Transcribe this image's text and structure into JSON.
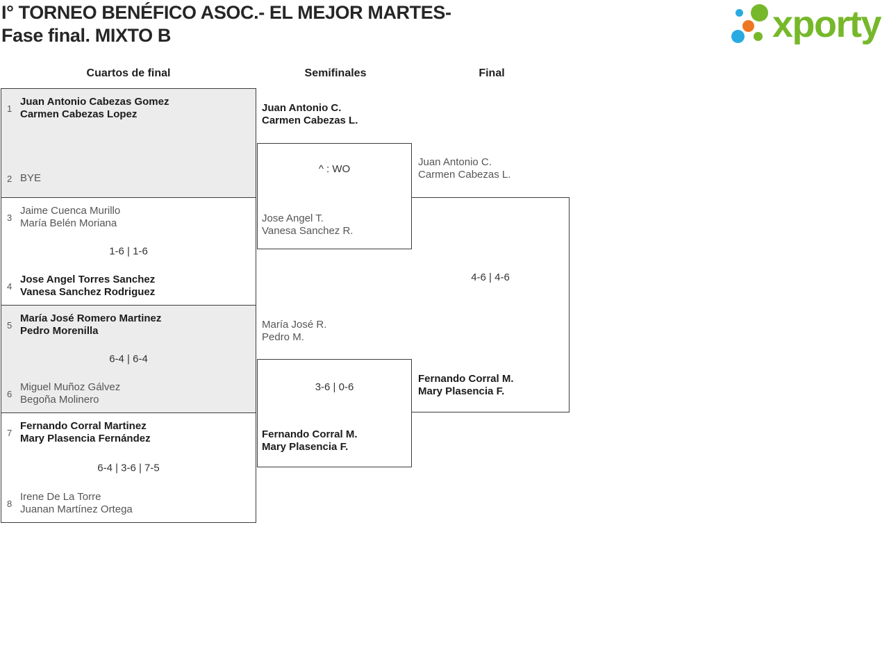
{
  "header": {
    "title_line1": "I° TORNEO BENÉFICO ASOC.- EL MEJOR MARTES-",
    "title_line2": "Fase final. MIXTO B",
    "logo": {
      "text": "xporty"
    }
  },
  "round_headers": {
    "quarterfinals": "Cuartos de final",
    "semifinals": "Semifinales",
    "final": "Final"
  },
  "quarterfinals": [
    {
      "top_seed": "1",
      "top_name1": "Juan Antonio Cabezas Gomez",
      "top_name2": "Carmen Cabezas Lopez",
      "score": "",
      "bottom_seed": "2",
      "bottom_name1": "BYE",
      "bottom_name2": ""
    },
    {
      "top_seed": "3",
      "top_name1": "Jaime Cuenca Murillo",
      "top_name2": "María Belén Moriana",
      "score": "1-6 | 1-6",
      "bottom_seed": "4",
      "bottom_name1": "Jose Angel Torres Sanchez",
      "bottom_name2": "Vanesa Sanchez Rodriguez"
    },
    {
      "top_seed": "5",
      "top_name1": "María José Romero Martinez",
      "top_name2": "Pedro Morenilla",
      "score": "6-4 | 6-4",
      "bottom_seed": "6",
      "bottom_name1": "Miguel Muñoz Gálvez",
      "bottom_name2": "Begoña Molinero"
    },
    {
      "top_seed": "7",
      "top_name1": "Fernando Corral Martinez",
      "top_name2": "Mary Plasencia Fernández",
      "score": "6-4 | 3-6 | 7-5",
      "bottom_seed": "8",
      "bottom_name1": "Irene De La Torre",
      "bottom_name2": "Juanan Martínez Ortega"
    }
  ],
  "semifinals": [
    {
      "top_name1": "Juan Antonio C.",
      "top_name2": "Carmen Cabezas L.",
      "score": "^ : WO",
      "bottom_name1": "Jose Angel T.",
      "bottom_name2": "Vanesa Sanchez R."
    },
    {
      "top_name1": "María José R.",
      "top_name2": "Pedro M.",
      "score": "3-6 | 0-6",
      "bottom_name1": "Fernando Corral M.",
      "bottom_name2": "Mary Plasencia F."
    }
  ],
  "final": {
    "top_name1": "Juan Antonio C.",
    "top_name2": "Carmen Cabezas L.",
    "score": "4-6 | 4-6",
    "bottom_name1": "Fernando Corral M.",
    "bottom_name2": "Mary Plasencia F."
  },
  "colors": {
    "logo_green": "#76b82a",
    "logo_blue": "#29abe2",
    "logo_orange": "#ee7623",
    "shaded_block": "#ececec",
    "border": "#3c3c3c"
  }
}
